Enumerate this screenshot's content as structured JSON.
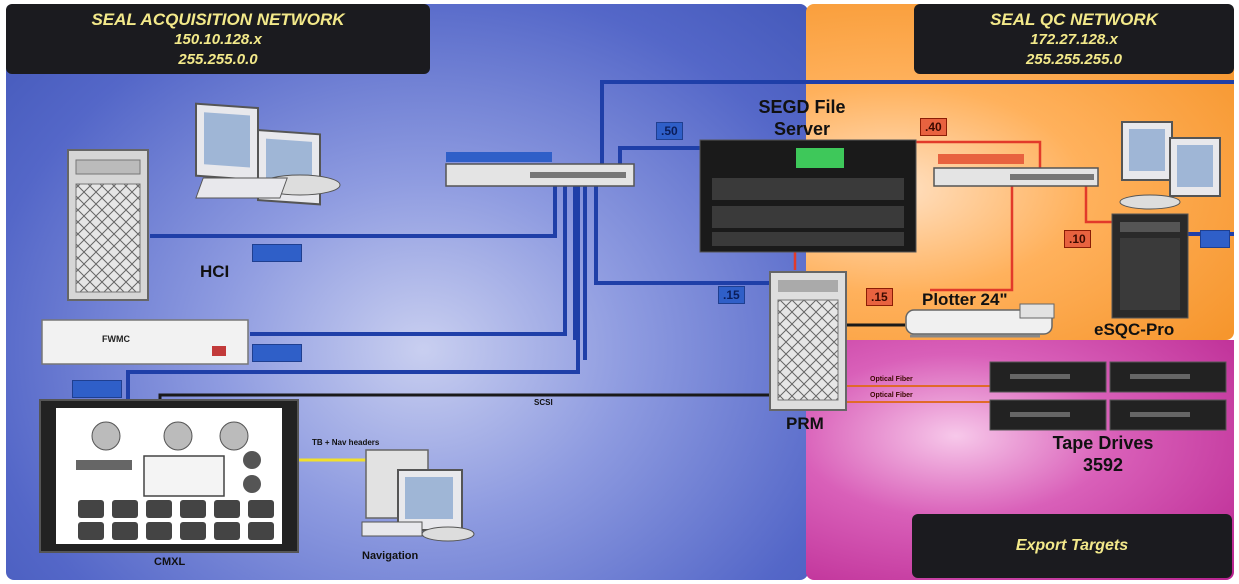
{
  "acquisition_network": {
    "title": "SEAL ACQUISITION NETWORK",
    "subnet": "150.10.128.x",
    "mask": "255.255.0.0"
  },
  "qc_network": {
    "title": "SEAL QC NETWORK",
    "subnet": "172.27.128.x",
    "mask": "255.255.255.0"
  },
  "export": {
    "title": "Export Targets"
  },
  "devices": {
    "file_server": {
      "line1": "SEGD File",
      "line2": "Server"
    },
    "hci": "HCI",
    "fwmc": "FWMC",
    "prm": "PRM",
    "plotter": "Plotter 24\"",
    "esqc": "eSQC-Pro",
    "tape_line1": "Tape Drives",
    "tape_line2": "3592",
    "cmxl": "CMXL",
    "navigation": "Navigation"
  },
  "ip_tags": {
    "server_blue": ".50",
    "server_red": ".40",
    "esqc": ".10",
    "plotter": ".15",
    "prm": ".15"
  },
  "link_labels": {
    "scsi": "SCSI",
    "tb_nav": "TB + Nav headers",
    "optical_1": "Optical Fiber",
    "optical_2": "Optical Fiber"
  },
  "colors": {
    "acq_bg": "#5467c8",
    "qc_bg": "#f49023",
    "export_bg": "#b8238f",
    "blue_link": "#1f3fa8",
    "red_link": "#e23a2a",
    "header_text": "#f3e98a"
  }
}
